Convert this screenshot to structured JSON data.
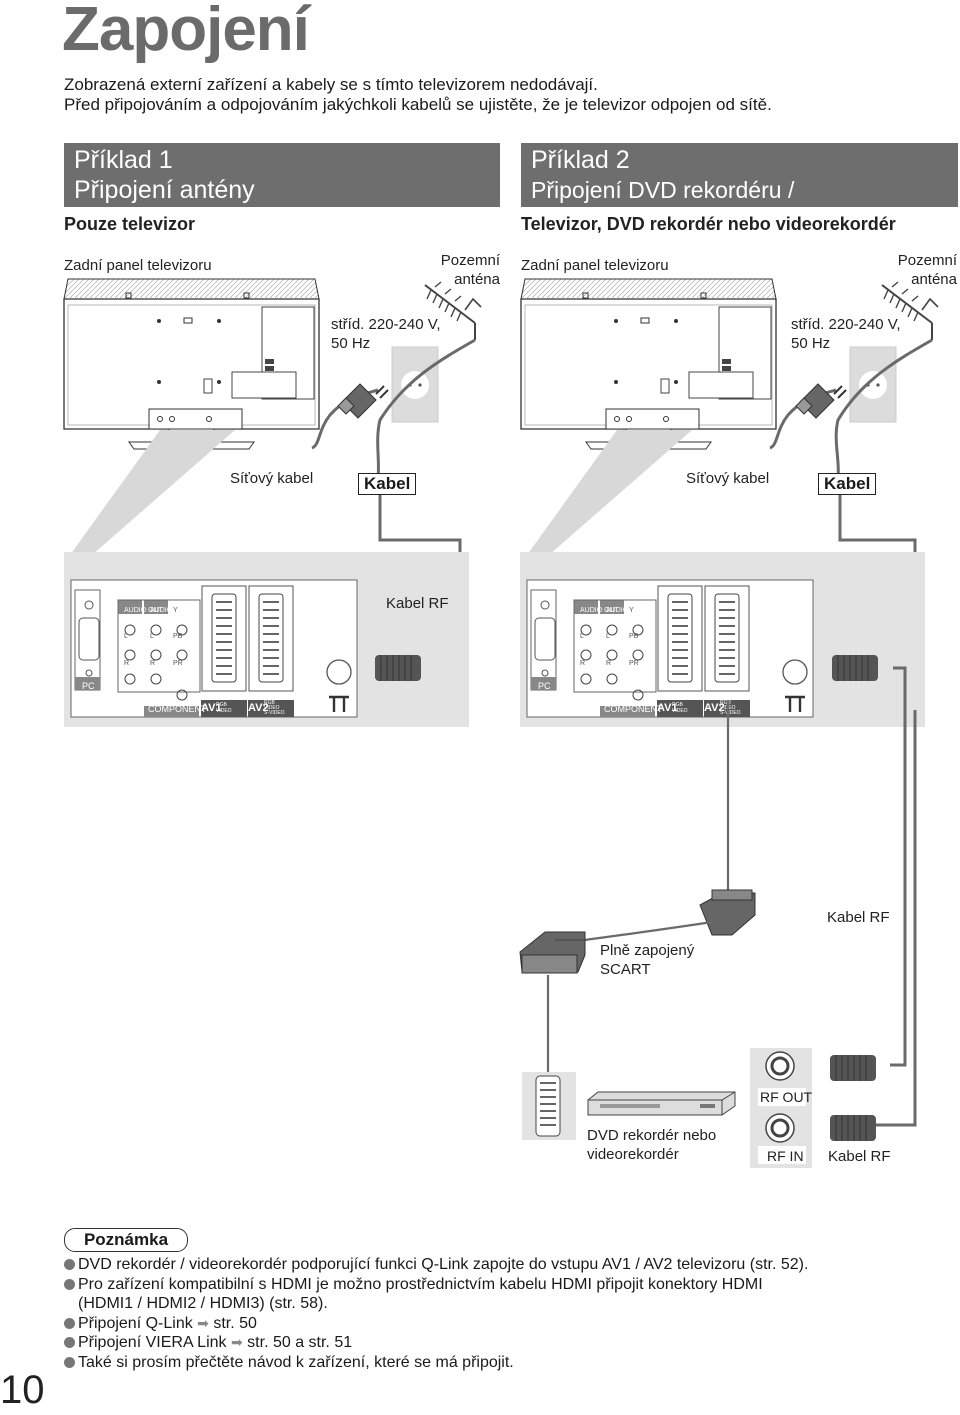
{
  "page": {
    "title": "Zapojení",
    "intro_line1": "Zobrazená externí zařízení a kabely se s tímto televizorem nedodávají.",
    "intro_line2": "Před připojováním a odpojováním jakýchkoli kabelů se ujistěte, že je televizor odpojen od sítě.",
    "page_number": "10"
  },
  "example1": {
    "heading_line1": "Příklad 1",
    "heading_line2": "Připojení antény",
    "subheading": "Pouze televizor",
    "rear_panel_label": "Zadní panel televizoru",
    "antenna_label_line1": "Pozemní",
    "antenna_label_line2": "anténa",
    "power_label_line1": "stříd. 220-240 V,",
    "power_label_line2": "50 Hz",
    "mains_cable_label": "Síťový kabel",
    "cable_label": "Kabel",
    "rf_cable_label": "Kabel RF"
  },
  "example2": {
    "heading_line1": "Příklad 2",
    "heading_line2": "Připojení DVD rekordéru / videorekordéru",
    "subheading": "Televizor, DVD rekordér nebo videorekordér",
    "rear_panel_label": "Zadní panel televizoru",
    "antenna_label_line1": "Pozemní",
    "antenna_label_line2": "anténa",
    "power_label_line1": "stříd. 220-240 V,",
    "power_label_line2": "50 Hz",
    "mains_cable_label": "Síťový kabel",
    "cable_label": "Kabel",
    "rf_cable_label_top": "Kabel RF",
    "scart_label_line1": "Plně zapojený",
    "scart_label_line2": "SCART",
    "recorder_label_line1": "DVD rekordér nebo",
    "recorder_label_line2": "videorekordér",
    "rf_out_label": "RF OUT",
    "rf_in_label": "RF IN",
    "rf_cable_label_bottom": "Kabel RF"
  },
  "panel_labels": {
    "audio_out": "AUDIO OUT",
    "audio_in": "AUDIO IN",
    "component": "COMPONENT",
    "av1": "AV1",
    "av2": "AV2",
    "pc": "PC",
    "y": "Y",
    "pb": "PB",
    "pr": "PR",
    "l": "L",
    "r": "R",
    "rgb": "RGB",
    "video": "VIDEO",
    "svideo": "S-VIDEO"
  },
  "notes": {
    "badge": "Poznámka",
    "items": [
      "DVD rekordér / videorekordér podporující funkci Q-Link zapojte do vstupu AV1 / AV2 televizoru (str. 52).",
      "Pro zařízení kompatibilní s HDMI je možno prostřednictvím kabelu HDMI připojit konektory HDMI",
      "(HDMI1 / HDMI2 / HDMI3) (str. 58)."
    ],
    "qlink_prefix": "Připojení Q-Link",
    "qlink_ref": "str. 50",
    "viera_prefix": "Připojení VIERA Link",
    "viera_ref": "str. 50 a str. 51",
    "last_item": "Také si prosím přečtěte návod k zařízení, které se má připojit."
  },
  "colors": {
    "heading_bg": "#6e6e6e",
    "panel_bg": "#e3e3e3",
    "cable": "#6a6a6a"
  }
}
